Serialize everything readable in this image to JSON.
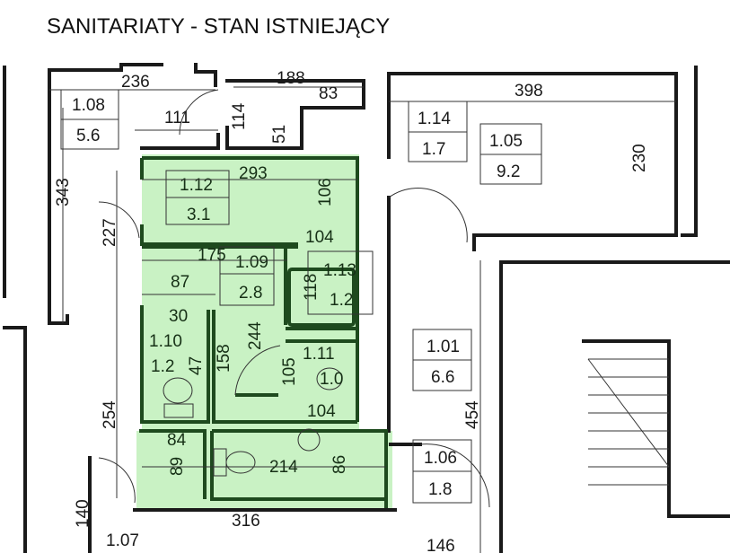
{
  "title": "SANITARIATY - STAN ISTNIEJĄCY",
  "highlight_color": "#c9f2c4",
  "rooms": [
    {
      "number": "1.08",
      "area": "5.6"
    },
    {
      "number": "1.14",
      "area": "1.7"
    },
    {
      "number": "1.05",
      "area": "9.2"
    },
    {
      "number": "1.12",
      "area": "3.1"
    },
    {
      "number": "1.09",
      "area": "2.8"
    },
    {
      "number": "1.13",
      "area": "1.2"
    },
    {
      "number": "1.10",
      "area": "1.2"
    },
    {
      "number": "1.11",
      "area": "1.0"
    },
    {
      "number": "1.01",
      "area": "6.6"
    },
    {
      "number": "1.06",
      "area": "1.8"
    },
    {
      "number": "1.07"
    }
  ],
  "dimensions": [
    "236",
    "188",
    "83",
    "111",
    "114",
    "51",
    "398",
    "230",
    "343",
    "293",
    "106",
    "227",
    "104",
    "175",
    "87",
    "118",
    "30",
    "47",
    "158",
    "244",
    "105",
    "104",
    "254",
    "84",
    "89",
    "214",
    "86",
    "454",
    "140",
    "316",
    "146"
  ]
}
